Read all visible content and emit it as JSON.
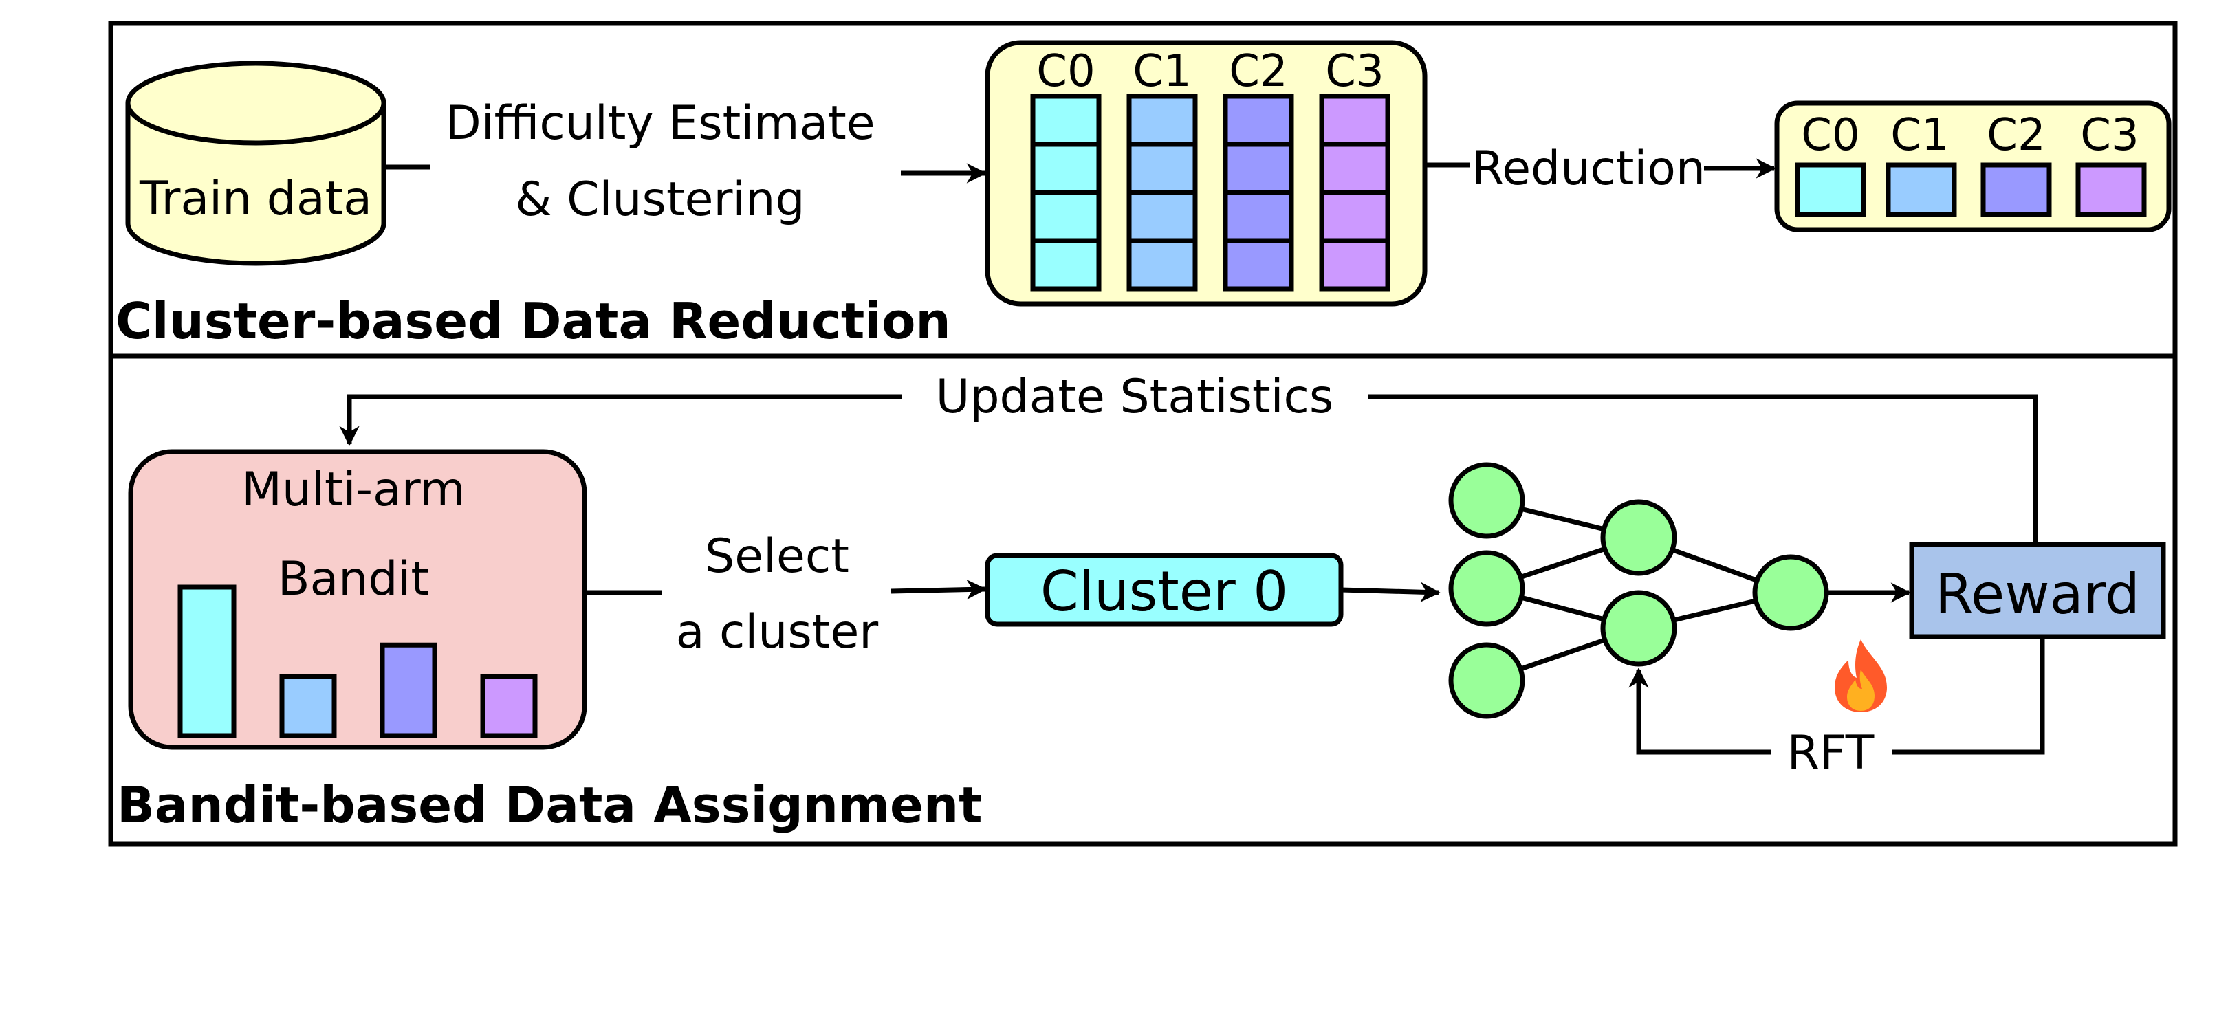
{
  "colors": {
    "c0": "#99ffff",
    "c1": "#99ccff",
    "c2": "#9999ff",
    "c3": "#cc99ff",
    "panel_yellow": "#ffffcc",
    "bandit_pink": "#f8cecc",
    "node_green": "#99ff99",
    "reward_blue": "#a9c4eb"
  },
  "top_panel": {
    "title": "Cluster-based Data Reduction",
    "train_data": "Train data",
    "difficulty_line1": "Difficulty Estimate",
    "difficulty_line2": "& Clustering",
    "reduction": "Reduction",
    "cluster_labels": [
      "C0",
      "C1",
      "C2",
      "C3"
    ]
  },
  "bottom_panel": {
    "title": "Bandit-based Data Assignment",
    "bandit_line1": "Multi-arm",
    "bandit_line2": "Bandit",
    "bandit_arm_levels": [
      1.0,
      0.4,
      0.61,
      0.4
    ],
    "select_line1": "Select",
    "select_line2": "a cluster",
    "cluster_selected": "Cluster 0",
    "reward": "Reward",
    "update_statistics": "Update Statistics",
    "rft": "RFT",
    "fire_icon": "fire-icon"
  }
}
